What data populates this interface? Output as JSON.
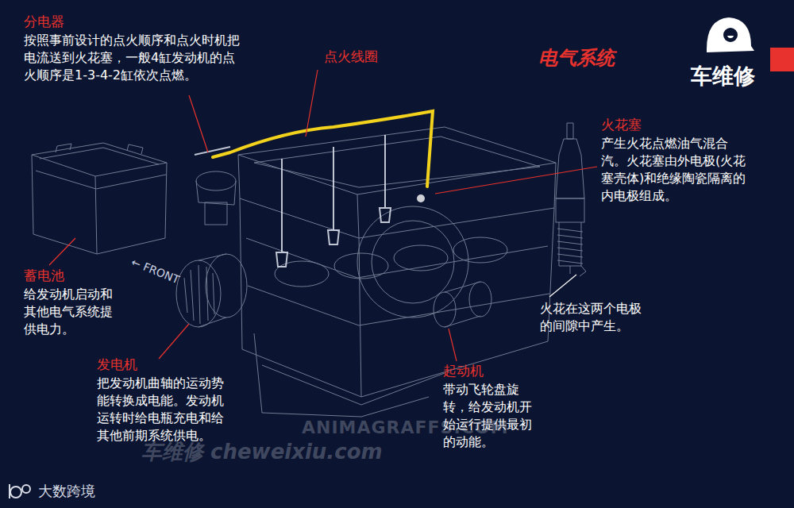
{
  "diagram": {
    "title": "电气系统",
    "labels": [
      "分电器",
      "按照事前设计的点火顺序和点火时机把电流送到火花塞，一般4缸发动机的点火顺序是1-3-4-2缸依次点燃。",
      "点火线圈",
      "车维修",
      "火花塞",
      "产生火花点燃油气混合汽。火花塞由外电极(火花塞壳体)和绝缘陶瓷隔离的内电极组成。",
      "蓄电池",
      "给发动机启动和其他电气系统提供电力。",
      "← FRONT",
      "火花在这两个电极的间隙中产生。",
      "发电机",
      "把发动机曲轴的运动势能转换成电能。发动机运转时给电瓶充电和给其他前期系统供电。",
      "起动机",
      "带动飞轮盘旋转，给发动机开始运行提供最初的动能。",
      "ANIMAGRAFFS.COM",
      "车维修 cheweixiu.com",
      "大数跨境"
    ]
  }
}
